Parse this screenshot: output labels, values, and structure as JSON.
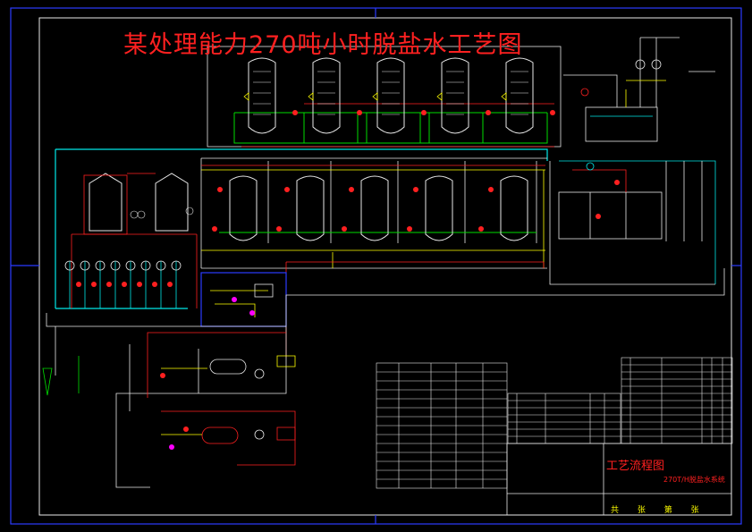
{
  "drawing": {
    "title": "某处理能力270吨小时脱盐水工艺图",
    "title_block": {
      "drawing_name": "工艺流程图",
      "project_name": "270T/H脱盐水系统",
      "sheet_label": "共 张 第 张"
    }
  },
  "colors": {
    "background": "#000000",
    "border": "#2b3bff",
    "line_white": "#e8e8e8",
    "line_cyan": "#00e8e8",
    "line_green": "#00dd00",
    "line_red": "#ff2020",
    "line_yellow": "#ffff00",
    "line_magenta": "#ff00ff"
  }
}
